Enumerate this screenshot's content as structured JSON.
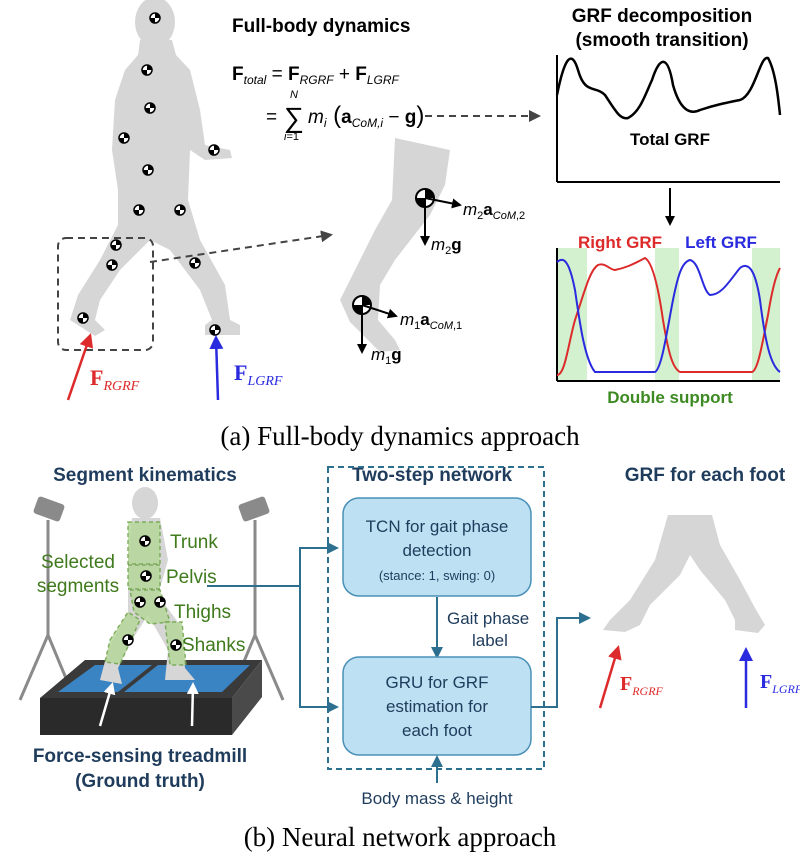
{
  "panel_a": {
    "dynamics_title": "Full-body dynamics",
    "grf_title_line1": "GRF decomposition",
    "grf_title_line2": "(smooth transition)",
    "total_grf_label": "Total GRF",
    "right_grf_label": "Right GRF",
    "left_grf_label": "Left GRF",
    "double_support_label": "Double support",
    "caption": "(a) Full-body dynamics approach",
    "colors": {
      "right": "#dd2a2a",
      "left": "#2a2adf",
      "support_band": "#d3f0cf",
      "double_support_text": "#3d8a22"
    }
  },
  "panel_b": {
    "segment_title": "Segment kinematics",
    "selected_segments_line1": "Selected",
    "selected_segments_line2": "segments",
    "segment_labels": [
      "Trunk",
      "Pelvis",
      "Thighs",
      "Shanks"
    ],
    "treadmill_line1": "Force-sensing treadmill",
    "treadmill_line2": "(Ground truth)",
    "network_title": "Two-step network",
    "tcn_line1": "TCN for gait phase",
    "tcn_line2": "detection",
    "tcn_line3": "(stance: 1, swing: 0)",
    "gait_label_line1": "Gait phase",
    "gait_label_line2": "label",
    "gru_line1": "GRU for GRF",
    "gru_line2": "estimation for",
    "gru_line3": "each foot",
    "body_input": "Body mass & height",
    "output_title": "GRF for each foot",
    "caption": "(b) Neural network approach",
    "colors": {
      "box_fill": "#bde0f3",
      "box_stroke": "#4a90b8",
      "title": "#1f3c5c",
      "segments": "#3f7a1c"
    }
  }
}
